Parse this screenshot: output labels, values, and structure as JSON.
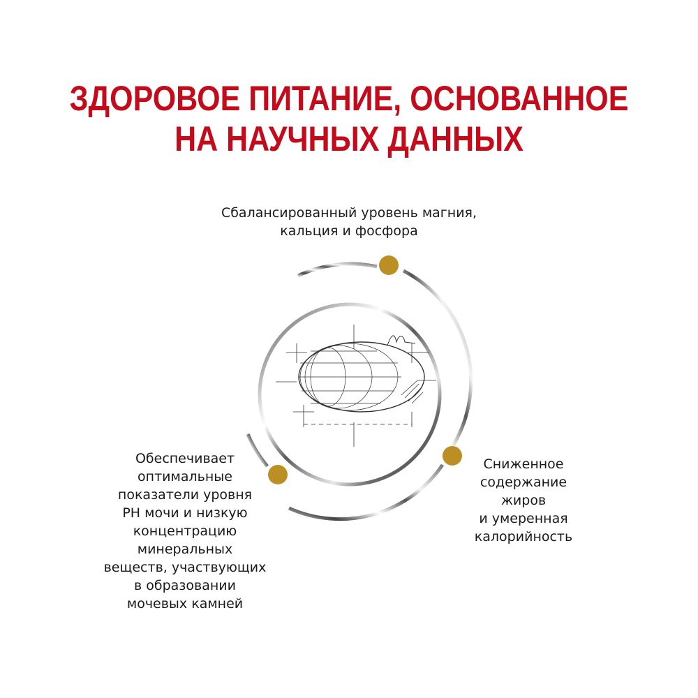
{
  "headline": {
    "lines": [
      "ЗДОРОВОЕ ПИТАНИЕ, ОСНОВАННОЕ",
      "НА НАУЧНЫХ ДАННЫХ"
    ],
    "color": "#c30b1c"
  },
  "features": {
    "top": {
      "lines": [
        "Сбалансированный уровень магния,",
        "кальция и фосфора"
      ]
    },
    "left": {
      "lines": [
        "Обеспечивает",
        "оптимальные",
        "показатели уровня",
        "РН мочи и низкую",
        "концентрацию",
        "минеральных",
        "веществ, участвующих",
        "в образовании",
        "мочевых камней"
      ]
    },
    "right": {
      "lines": [
        "Сниженное",
        "содержание",
        "жиров",
        "и умеренная",
        "калорийность"
      ]
    }
  },
  "graphic": {
    "icon": "kibble-sketch-icon",
    "accent_dot_color": "#bb8f23",
    "ring_color": "#555555"
  }
}
